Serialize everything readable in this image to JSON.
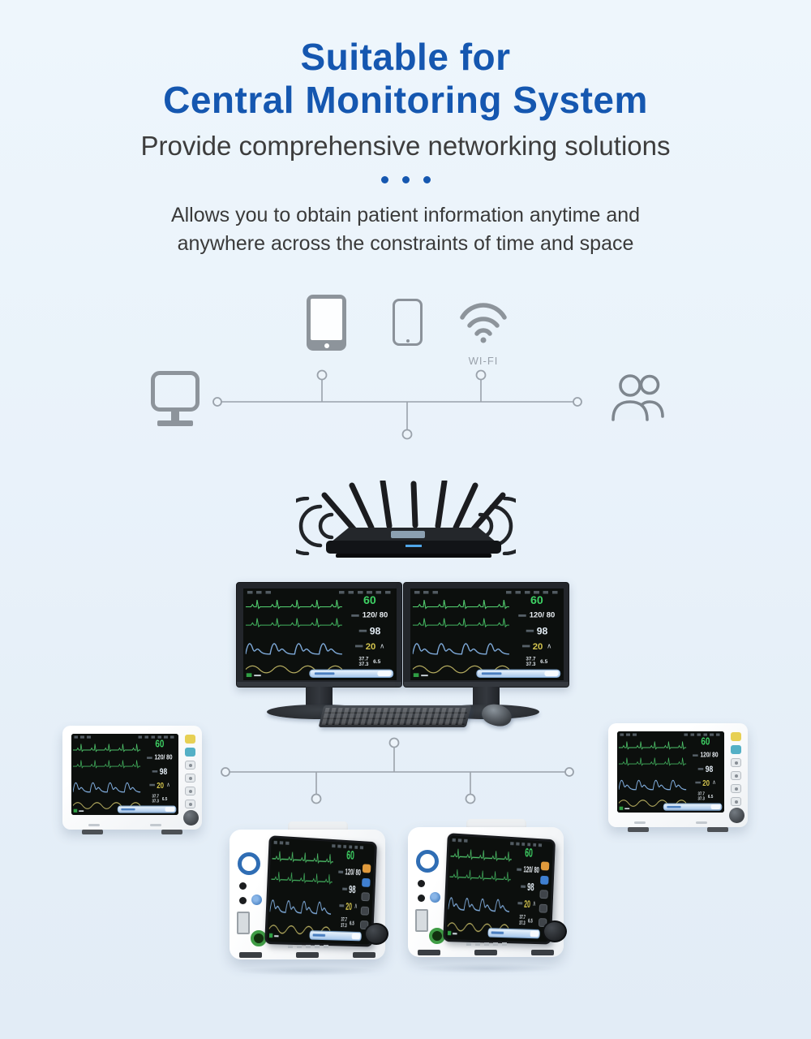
{
  "header": {
    "title_line1": "Suitable for",
    "title_line2": "Central Monitoring System",
    "subtitle": "Provide comprehensive networking solutions",
    "description_line1": "Allows you to obtain patient information anytime and",
    "description_line2": "anywhere across the constraints of time and space"
  },
  "network": {
    "wifi_label": "WI-FI",
    "connected_icons": [
      "desktop-computer",
      "tablet",
      "smartphone",
      "wi-fi",
      "medical-staff"
    ]
  },
  "vitals": {
    "hr": "60",
    "nibp": "120/ 80",
    "spo2": "98",
    "rr": "20",
    "rr_symbol": "∧",
    "temp1": "37.7",
    "temp2": "37.3",
    "co2": "6.5"
  },
  "colors": {
    "title_blue": "#1557b0",
    "text_dark": "#3a3a3a",
    "background": "#e9f2fa",
    "icon_gray": "#8d949b",
    "line_gray": "#9aa2ab",
    "ecg_green": "#4ec36a",
    "pleth_blue": "#7ea9d8",
    "resp_yellow": "#b3aa5e",
    "hr_green": "#3ed164",
    "rr_yellow": "#d3c44e",
    "menu_bar_blue": "#aac9ec"
  }
}
